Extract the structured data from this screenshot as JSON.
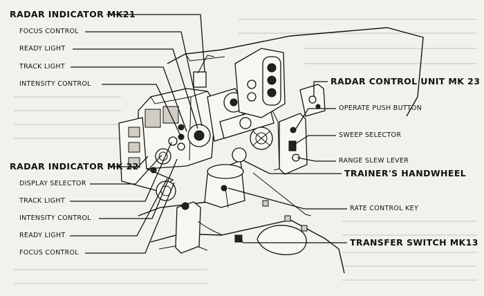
{
  "labels": {
    "radar_indicator_mk21": "RADAR INDICATOR MK21",
    "focus_control_upper": "FOCUS CONTROL",
    "ready_light_upper": "READY LIGHT",
    "track_light_upper": "TRACK LIGHT",
    "intensity_control_upper": "INTENSITY CONTROL",
    "radar_indicator_mk22": "RADAR INDICATOR MK 22",
    "display_selector": "DISPLAY SELECTOR",
    "track_light_lower": "TRACK LIGHT",
    "intensity_control_lower": "INTENSITY CONTROL",
    "ready_light_lower": "READY LIGHT",
    "focus_control_lower": "FOCUS CONTROL",
    "radar_control_unit_mk23": "RADAR CONTROL UNIT MK 23",
    "operate_push_button": "OPERATE PUSH BUTTON",
    "sweep_selector": "SWEEP SELECTOR",
    "range_slew_lever": "RANGE SLEW LEVER",
    "trainers_handwheel": "TRAINER'S HANDWHEEL",
    "rate_control_key": "RATE CONTROL KEY",
    "transfer_switch_mk13": "TRANSFER SWITCH MK13"
  }
}
